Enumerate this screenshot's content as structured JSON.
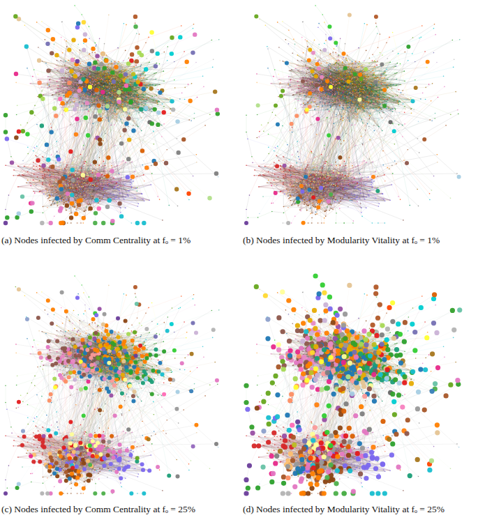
{
  "diagram": {
    "labels": [
      "(a) Nodes infected by Comm Centrality at fₒ = 1%",
      "(b) Nodes infected by Modularity Vitality at fₒ = 1%",
      "(c) Nodes infected by Comm Centrality at fₒ = 25%",
      "(d) Nodes infected by Modularity Vitality at fₒ = 25%"
    ]
  }
}
